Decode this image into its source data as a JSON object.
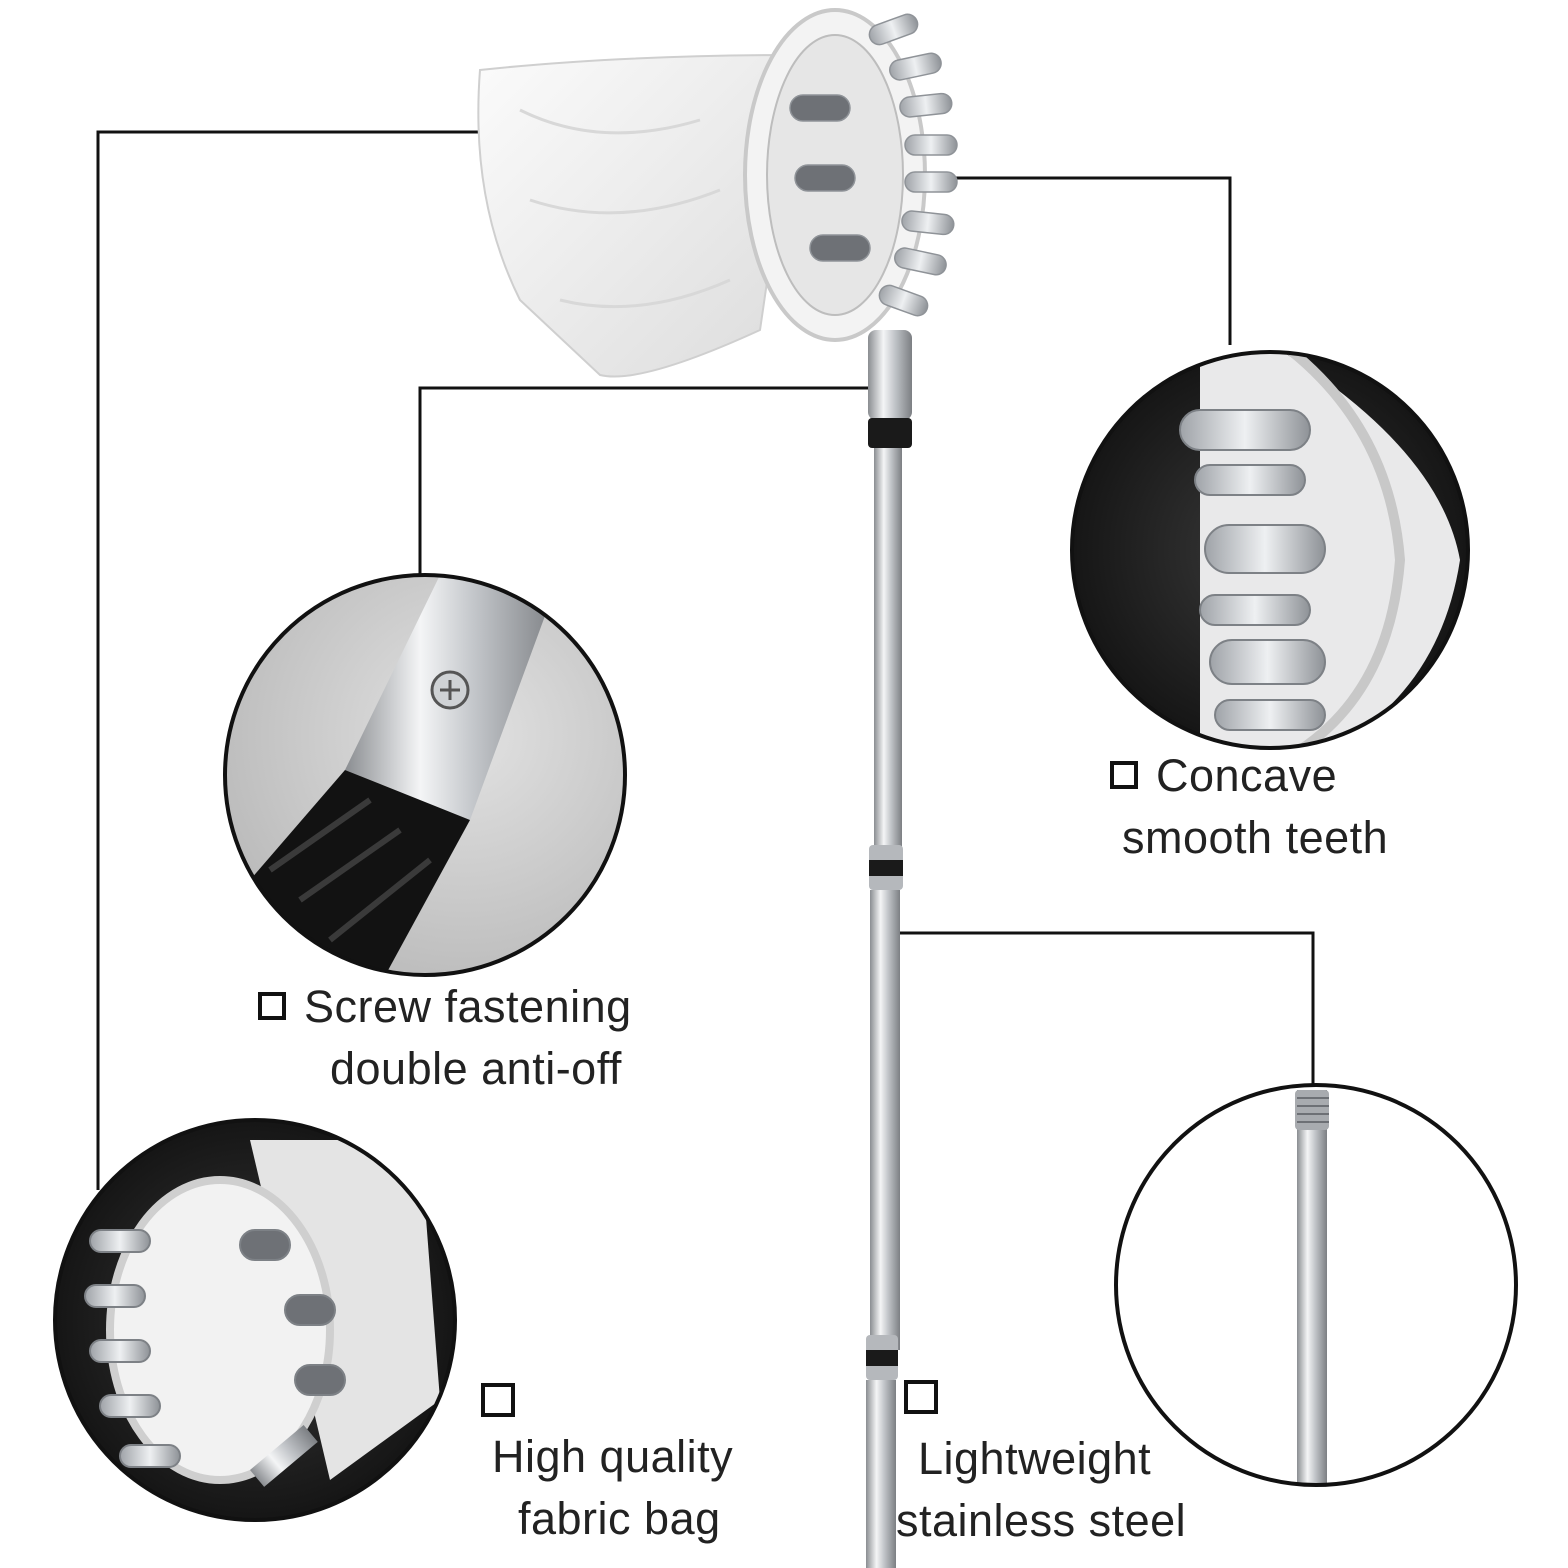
{
  "features": [
    {
      "id": "teeth",
      "line1": "Concave",
      "line2": "smooth teeth"
    },
    {
      "id": "screw",
      "line1": "Screw fastening",
      "line2": "double anti-off"
    },
    {
      "id": "bag",
      "line1": "High quality",
      "line2": "fabric bag"
    },
    {
      "id": "steel",
      "line1": "Lightweight",
      "line2": "stainless steel"
    }
  ],
  "icons": {
    "bullet": "checkbox-outline-icon"
  },
  "colors": {
    "line": "#111111",
    "text": "#222222",
    "circle_border": "#111111",
    "dark_bg": "#1c1c1c",
    "light_bg": "#cfcfcf",
    "metal": "#b9bcc0"
  }
}
